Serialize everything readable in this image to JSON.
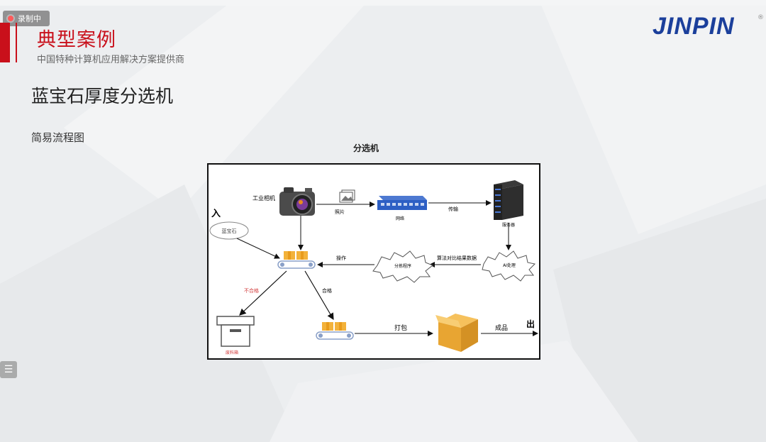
{
  "recording": {
    "label": "录制中"
  },
  "header": {
    "title": "典型案例",
    "subtitle": "中国特种计算机应用解决方案提供商",
    "logo_text": "JINPIN",
    "logo_mark": "®"
  },
  "slide": {
    "title": "蓝宝石厚度分选机",
    "section": "简易流程图"
  },
  "diagram": {
    "title": "分选机",
    "labels": {
      "input": "入",
      "output": "出",
      "sapphire": "蓝宝石",
      "camera": "工业相机",
      "photo": "照片",
      "network": "网络",
      "transfer": "传输",
      "server": "服务器",
      "ai_process": "AI处理",
      "algorithm_result": "算法对比结果数据",
      "sorting_program": "分拣程序",
      "operate": "操作",
      "unqualified": "不合格",
      "qualified": "合格",
      "waste_bin": "废料箱",
      "pack": "打包",
      "product": "成品"
    }
  },
  "side_button": {
    "icon": "☰"
  },
  "colors": {
    "brand_red": "#c9101b",
    "brand_blue": "#1b3f9b"
  }
}
